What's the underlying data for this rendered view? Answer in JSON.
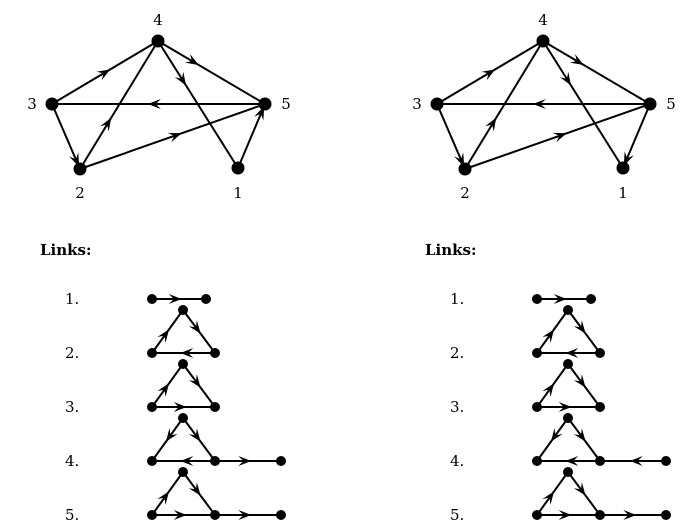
{
  "panels": [
    {
      "graph": {
        "nodes": [
          "1",
          "2",
          "3",
          "4",
          "5"
        ],
        "edges": [
          [
            "3",
            "4"
          ],
          [
            "2",
            "4"
          ],
          [
            "4",
            "5"
          ],
          [
            "4",
            "1"
          ],
          [
            "5",
            "3"
          ],
          [
            "2",
            "5"
          ],
          [
            "3",
            "2"
          ],
          [
            "1",
            "5"
          ]
        ]
      },
      "links_heading": "Links:",
      "links": [
        {
          "label": "1.",
          "edges": [
            [
              "a",
              "b"
            ]
          ]
        },
        {
          "label": "2.",
          "edges": [
            [
              "bl",
              "t"
            ],
            [
              "t",
              "br"
            ],
            [
              "br",
              "bl"
            ]
          ]
        },
        {
          "label": "3.",
          "edges": [
            [
              "bl",
              "t"
            ],
            [
              "t",
              "br"
            ],
            [
              "bl",
              "br"
            ]
          ]
        },
        {
          "label": "4.",
          "edges": [
            [
              "t",
              "bl"
            ],
            [
              "t",
              "br"
            ],
            [
              "br",
              "bl"
            ],
            [
              "br",
              "far"
            ]
          ]
        },
        {
          "label": "5.",
          "edges": [
            [
              "bl",
              "t"
            ],
            [
              "t",
              "br"
            ],
            [
              "bl",
              "br"
            ],
            [
              "br",
              "far"
            ]
          ]
        }
      ]
    },
    {
      "graph": {
        "nodes": [
          "1",
          "2",
          "3",
          "4",
          "5"
        ],
        "edges": [
          [
            "3",
            "4"
          ],
          [
            "2",
            "4"
          ],
          [
            "4",
            "5"
          ],
          [
            "4",
            "1"
          ],
          [
            "5",
            "3"
          ],
          [
            "2",
            "5"
          ],
          [
            "3",
            "2"
          ],
          [
            "5",
            "1"
          ]
        ]
      },
      "links_heading": "Links:",
      "links": [
        {
          "label": "1.",
          "edges": [
            [
              "a",
              "b"
            ]
          ]
        },
        {
          "label": "2.",
          "edges": [
            [
              "bl",
              "t"
            ],
            [
              "t",
              "br"
            ],
            [
              "br",
              "bl"
            ]
          ]
        },
        {
          "label": "3.",
          "edges": [
            [
              "bl",
              "t"
            ],
            [
              "t",
              "br"
            ],
            [
              "bl",
              "br"
            ]
          ]
        },
        {
          "label": "4.",
          "edges": [
            [
              "t",
              "bl"
            ],
            [
              "t",
              "br"
            ],
            [
              "br",
              "bl"
            ],
            [
              "far",
              "br"
            ]
          ]
        },
        {
          "label": "5.",
          "edges": [
            [
              "bl",
              "t"
            ],
            [
              "t",
              "br"
            ],
            [
              "bl",
              "br"
            ],
            [
              "br",
              "far"
            ]
          ]
        }
      ]
    }
  ]
}
